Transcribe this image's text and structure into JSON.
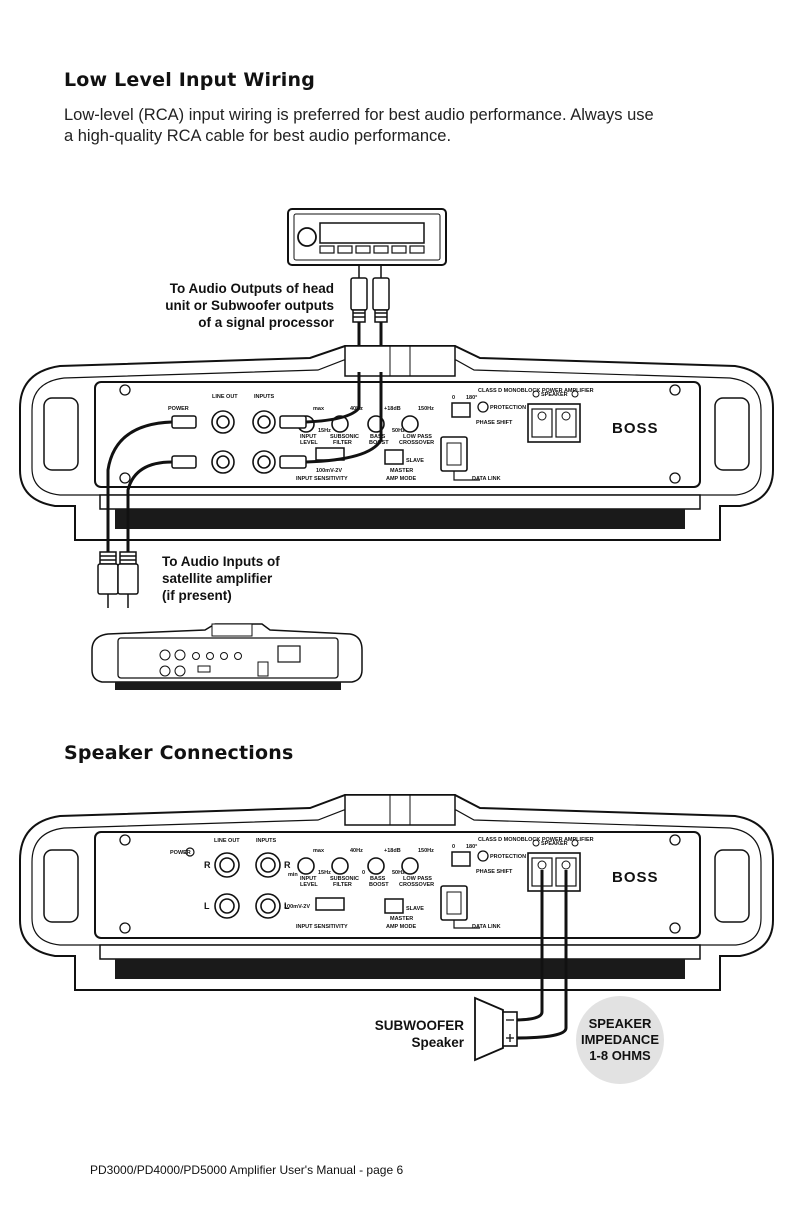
{
  "section1": {
    "heading": "Low Level Input Wiring",
    "intro_line1": "Low-level (RCA) input wiring is preferred for best audio performance. Always use",
    "intro_line2": "a high-quality RCA cable for best audio performance.",
    "callout_outputs": [
      "To Audio Outputs of head",
      "unit or Subwoofer outputs",
      "of a signal processor"
    ],
    "callout_inputs": [
      "To Audio Inputs of",
      "satellite amplifier",
      "(if present)"
    ]
  },
  "section2": {
    "heading": "Speaker Connections",
    "subwoofer_label": [
      "SUBWOOFER",
      "Speaker"
    ],
    "impedance_label": [
      "SPEAKER",
      "IMPEDANCE",
      "1-8 OHMS"
    ]
  },
  "amp_panel": {
    "power": "POWER",
    "line_out": "LINE OUT",
    "inputs": "INPUTS",
    "channel_r": "R",
    "channel_l": "L",
    "max": "max",
    "min": "min",
    "input_level": [
      "INPUT",
      "LEVEL"
    ],
    "sens_range": "100mV-2V",
    "input_sensitivity": "INPUT SENSITIVITY",
    "hz40": "40Hz",
    "hz15": "15Hz",
    "subsonic_filter": [
      "SUBSONIC",
      "FILTER"
    ],
    "db0": "0",
    "db18": "+18dB",
    "bass_boost": [
      "BASS",
      "BOOST"
    ],
    "hz50": "50Hz",
    "hz150": "150Hz",
    "low_pass_crossover": [
      "LOW PASS",
      "CROSSOVER"
    ],
    "master": "MASTER",
    "slave": "SLAVE",
    "amp_mode": "AMP MODE",
    "phase_0": "0",
    "phase_180": "180°",
    "phase_shift": "PHASE SHIFT",
    "protection": "PROTECTION",
    "title": "CLASS D MONOBLOCK POWER AMPLIFIER",
    "speaker": "SPEAKER",
    "data_link": "DATA LINK",
    "brand": "BOSS"
  },
  "footer": "PD3000/PD4000/PD5000 Amplifier User's Manual - page 6"
}
